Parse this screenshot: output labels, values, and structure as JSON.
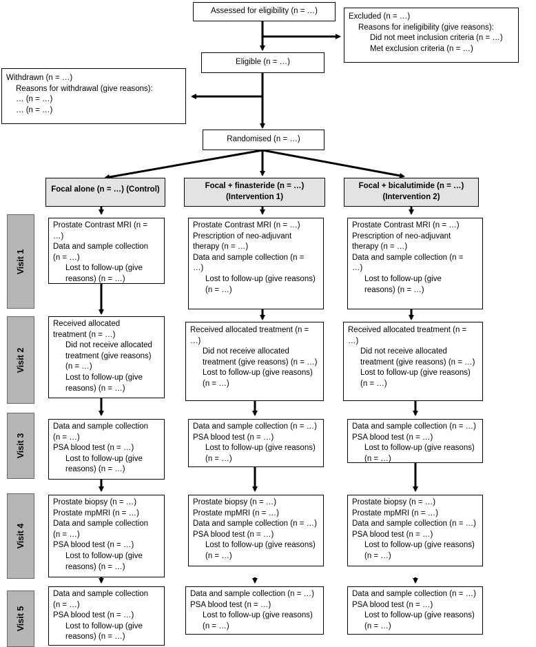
{
  "top": {
    "assessed": "Assessed for eligibility (n = …)",
    "excluded": {
      "title": "Excluded (n = …)",
      "reasons_title": "Reasons for ineligibility (give reasons):",
      "reason1": "Did not meet inclusion criteria (n = …)",
      "reason2": "Met exclusion criteria (n = …)"
    },
    "eligible": "Eligible (n = …)",
    "withdrawn": {
      "title": "Withdrawn (n = …)",
      "reasons_title": "Reasons for withdrawal (give reasons):",
      "reason1": "… (n = …)",
      "reason2": "… (n = …)"
    },
    "randomised": "Randomised (n = …)"
  },
  "arms": [
    {
      "line1": "Focal alone (n = …) (Control)",
      "line2": ""
    },
    {
      "line1": "Focal + finasteride (n = …)",
      "line2": "(Intervention 1)"
    },
    {
      "line1": "Focal + bicalutimide (n = …)",
      "line2": "(Intervention 2)"
    }
  ],
  "visits": [
    "Visit 1",
    "Visit 2",
    "Visit 3",
    "Visit 4",
    "Visit 5"
  ],
  "v1": {
    "control": [
      "Prostate Contrast MRI (n =",
      "…)",
      "Data and sample collection",
      "(n = …)",
      "Lost to follow-up (give",
      "reasons) (n = …)"
    ],
    "int1": [
      "Prostate Contrast MRI (n = …)",
      "Prescription of neo-adjuvant",
      "therapy (n = …)",
      "Data and sample collection (n =",
      "…)",
      "Lost to follow-up (give reasons)",
      "(n = …)"
    ],
    "int2": [
      "Prostate Contrast MRI (n = …)",
      "Prescription of neo-adjuvant",
      "therapy (n = …)",
      "Data and sample collection (n =",
      "…)",
      "Lost to follow-up (give",
      "reasons) (n = …)"
    ]
  },
  "v2": {
    "control": [
      "Received allocated",
      "treatment (n = …)",
      "Did not receive allocated",
      "treatment (give reasons)",
      "(n = …)",
      "Lost to follow-up (give",
      "reasons) (n = …)"
    ],
    "int1": [
      "Received allocated treatment (n =",
      "…)",
      "Did not receive allocated",
      "treatment (give reasons) (n = …)",
      "Lost to follow-up (give reasons)",
      "(n = …)"
    ],
    "int2": [
      "Received allocated treatment (n =",
      "…)",
      "Did not receive allocated",
      "treatment (give reasons) (n = …)",
      "Lost to follow-up (give reasons)",
      "(n = …)"
    ]
  },
  "v3": {
    "control": [
      "Data and sample collection",
      "(n = …)",
      "PSA blood test (n = …)",
      "Lost to follow-up (give",
      "reasons) (n = …)"
    ],
    "int1": [
      "Data and sample collection (n = …)",
      "PSA blood test (n = …)",
      "Lost to follow-up (give reasons)",
      "(n = …)"
    ],
    "int2": [
      "Data and sample collection (n = …)",
      "PSA blood test (n = …)",
      "Lost to follow-up (give reasons)",
      "(n = …)"
    ]
  },
  "v4": {
    "control": [
      "Prostate biopsy (n = …)",
      "Prostate mpMRI (n = …)",
      "Data and sample collection",
      "(n = …)",
      "PSA blood test (n = …)",
      "Lost to follow-up (give",
      "reasons) (n = …)"
    ],
    "int1": [
      "Prostate biopsy (n = …)",
      "Prostate mpMRI (n = …)",
      "Data and sample collection (n = …)",
      "PSA blood test (n = …)",
      "Lost to follow-up (give reasons)",
      "(n = …)"
    ],
    "int2": [
      "Prostate biopsy (n = …)",
      "Prostate mpMRI (n = …)",
      "Data and sample collection (n = …)",
      "PSA blood test (n = …)",
      "Lost to follow-up (give reasons)",
      "(n = …)"
    ]
  },
  "v5": {
    "control": [
      "Data and sample collection",
      "(n = …)",
      "PSA blood test (n = …)",
      "Lost to follow-up (give",
      "reasons) (n = …)"
    ],
    "int1": [
      "Data and sample collection (n = …)",
      "PSA blood test (n = …)",
      "Lost to follow-up (give reasons)",
      "(n = …)"
    ],
    "int2": [
      "Data and sample collection (n = …)",
      "PSA blood test (n = …)",
      "Lost to follow-up (give reasons)",
      "(n = …)"
    ]
  }
}
